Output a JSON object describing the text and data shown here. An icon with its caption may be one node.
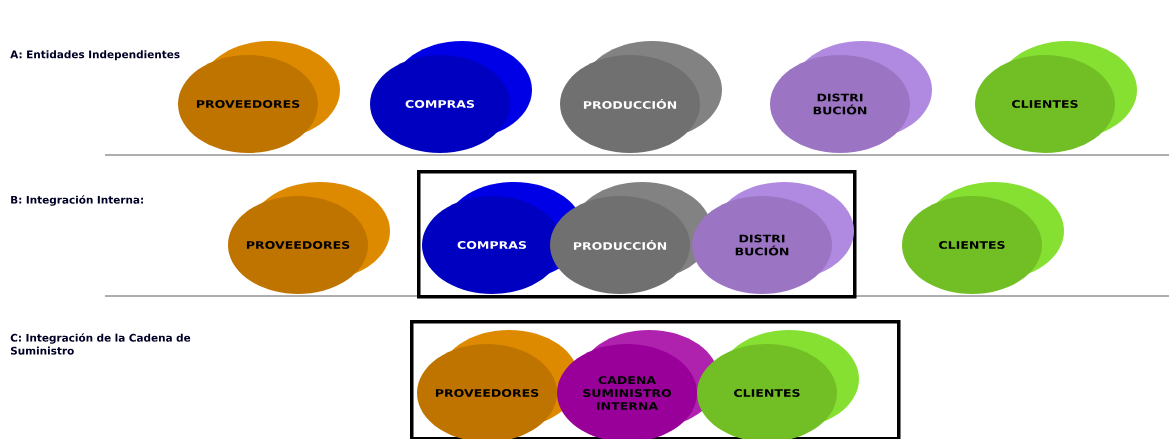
{
  "diagram": {
    "nodes": [
      {
        "text": [
          "PROVEEDORES"
        ]
      },
      {
        "text": [
          "COMPRAS"
        ]
      },
      {
        "text": [
          "PRODUCCIÓN"
        ]
      },
      {
        "text": [
          "DISTRI BUCIÓN"
        ]
      },
      {
        "text": [
          "CLIENTES"
        ]
      },
      {
        "text": [
          "PROVEEDORES"
        ]
      },
      {
        "text": [],
        "shape": "box"
      },
      {
        "text": [
          "COMPRAS"
        ],
        "in": 6
      },
      {
        "text": [
          "PRODUCCIÓN"
        ],
        "in": 6
      },
      {
        "text": [
          "DISTRI BUCIÓN"
        ],
        "in": 6
      },
      {
        "text": [
          "CLIENTES"
        ]
      },
      {
        "text": [],
        "shape": "box"
      },
      {
        "text": [
          "PROVEEDORES"
        ],
        "in": 11
      },
      {
        "text": [
          "CADENA SUMINISTRO INTERNA"
        ],
        "in": 11
      },
      {
        "text": [
          "CLIENTES"
        ],
        "in": 11
      }
    ],
    "labels": [
      "A: Entidades Independientes",
      "B: Integración Interna:",
      "C: Integración de la Cadena de Suministro"
    ]
  }
}
